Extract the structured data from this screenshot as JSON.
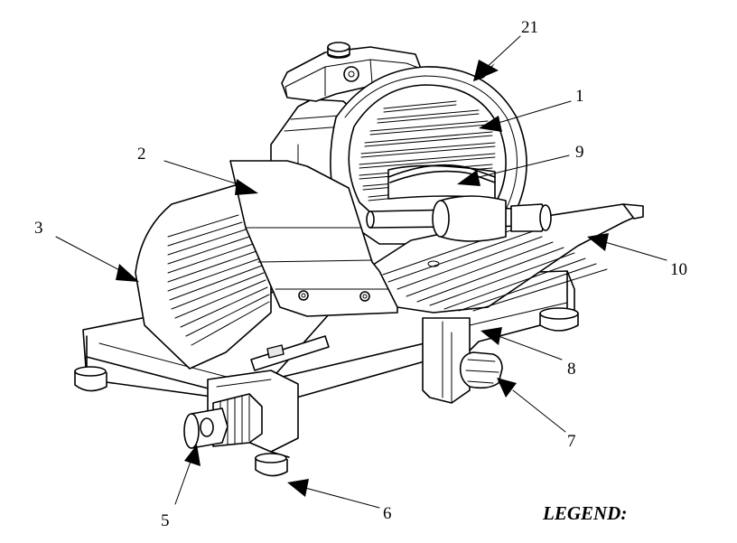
{
  "callouts": [
    {
      "id": "21",
      "label": "21"
    },
    {
      "id": "1",
      "label": "1"
    },
    {
      "id": "2",
      "label": "2"
    },
    {
      "id": "9",
      "label": "9"
    },
    {
      "id": "3",
      "label": "3"
    },
    {
      "id": "10",
      "label": "10"
    },
    {
      "id": "8",
      "label": "8"
    },
    {
      "id": "7",
      "label": "7"
    },
    {
      "id": "5",
      "label": "5"
    },
    {
      "id": "6",
      "label": "6"
    }
  ],
  "legend": {
    "label": "LEGEND:"
  }
}
